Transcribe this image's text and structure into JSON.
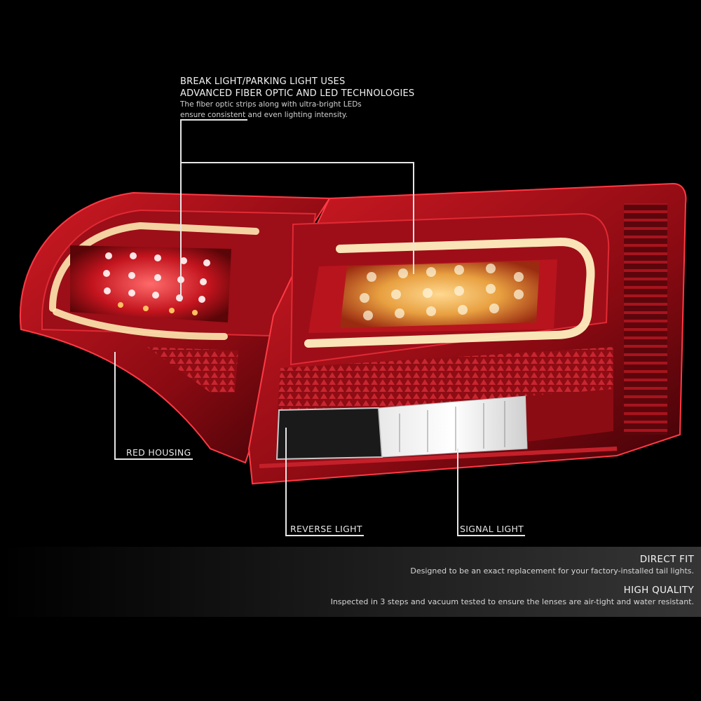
{
  "product": {
    "name": "LED tail light assembly",
    "colors": {
      "background": "#000000",
      "housing_red": "#b3121c",
      "glow": "#ffd27a",
      "text": "#f2f2f2"
    }
  },
  "callouts": {
    "top": {
      "title_line1": "BREAK LIGHT/PARKING LIGHT USES",
      "title_line2": "ADVANCED FIBER OPTIC AND LED TECHNOLOGIES",
      "desc_line1": "The fiber optic strips along with ultra-bright LEDs",
      "desc_line2": "ensure consistent and even lighting intensity."
    },
    "red_housing": {
      "label": "RED HOUSING"
    },
    "reverse_light": {
      "label": "REVERSE LIGHT"
    },
    "signal_light": {
      "label": "SIGNAL LIGHT"
    }
  },
  "features": [
    {
      "title": "DIRECT FIT",
      "desc": "Designed to be an exact replacement for your factory-installed tail lights."
    },
    {
      "title": "HIGH QUALITY",
      "desc": "Inspected in 3 steps and vacuum tested to ensure the lenses are air-tight and water resistant."
    }
  ]
}
